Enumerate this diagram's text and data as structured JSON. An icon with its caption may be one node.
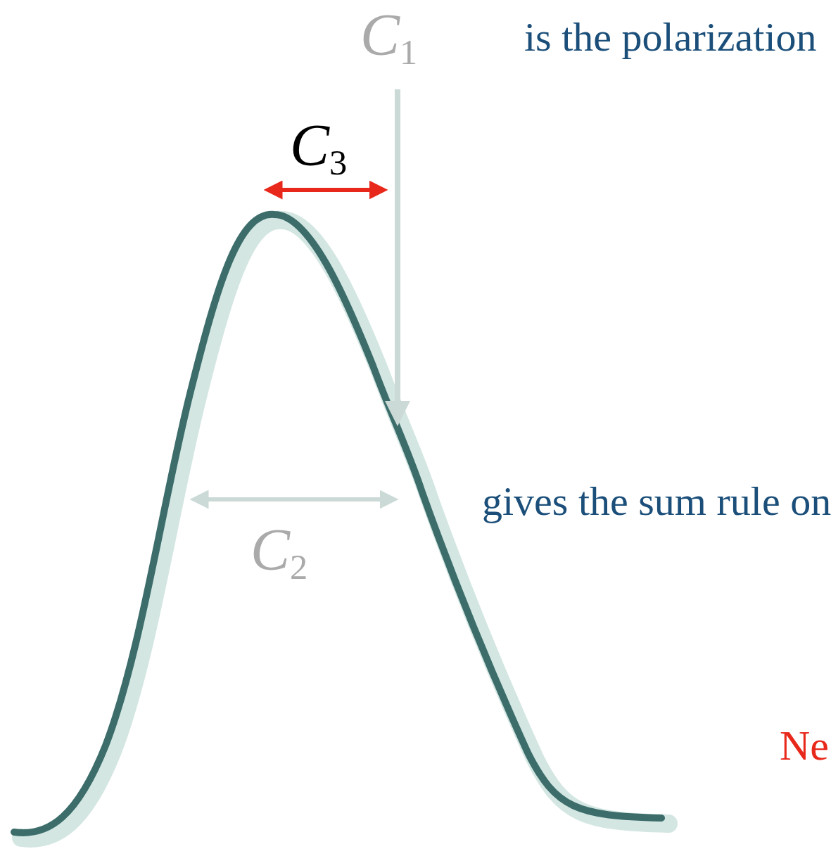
{
  "diagram": {
    "nodes": [
      {
        "text": [
          "*C*$_{1}$"
        ]
      },
      {
        "text": [],
        "shape": "picture"
      }
    ],
    "edges": [
      {
        "from": 0,
        "to": 1,
        "arrow": "to"
      }
    ],
    "labels": [
      "is the polarization",
      "*C*$_{3}$",
      "gives the sum rule on",
      "*C*$_{2}$",
      "Ne"
    ]
  }
}
